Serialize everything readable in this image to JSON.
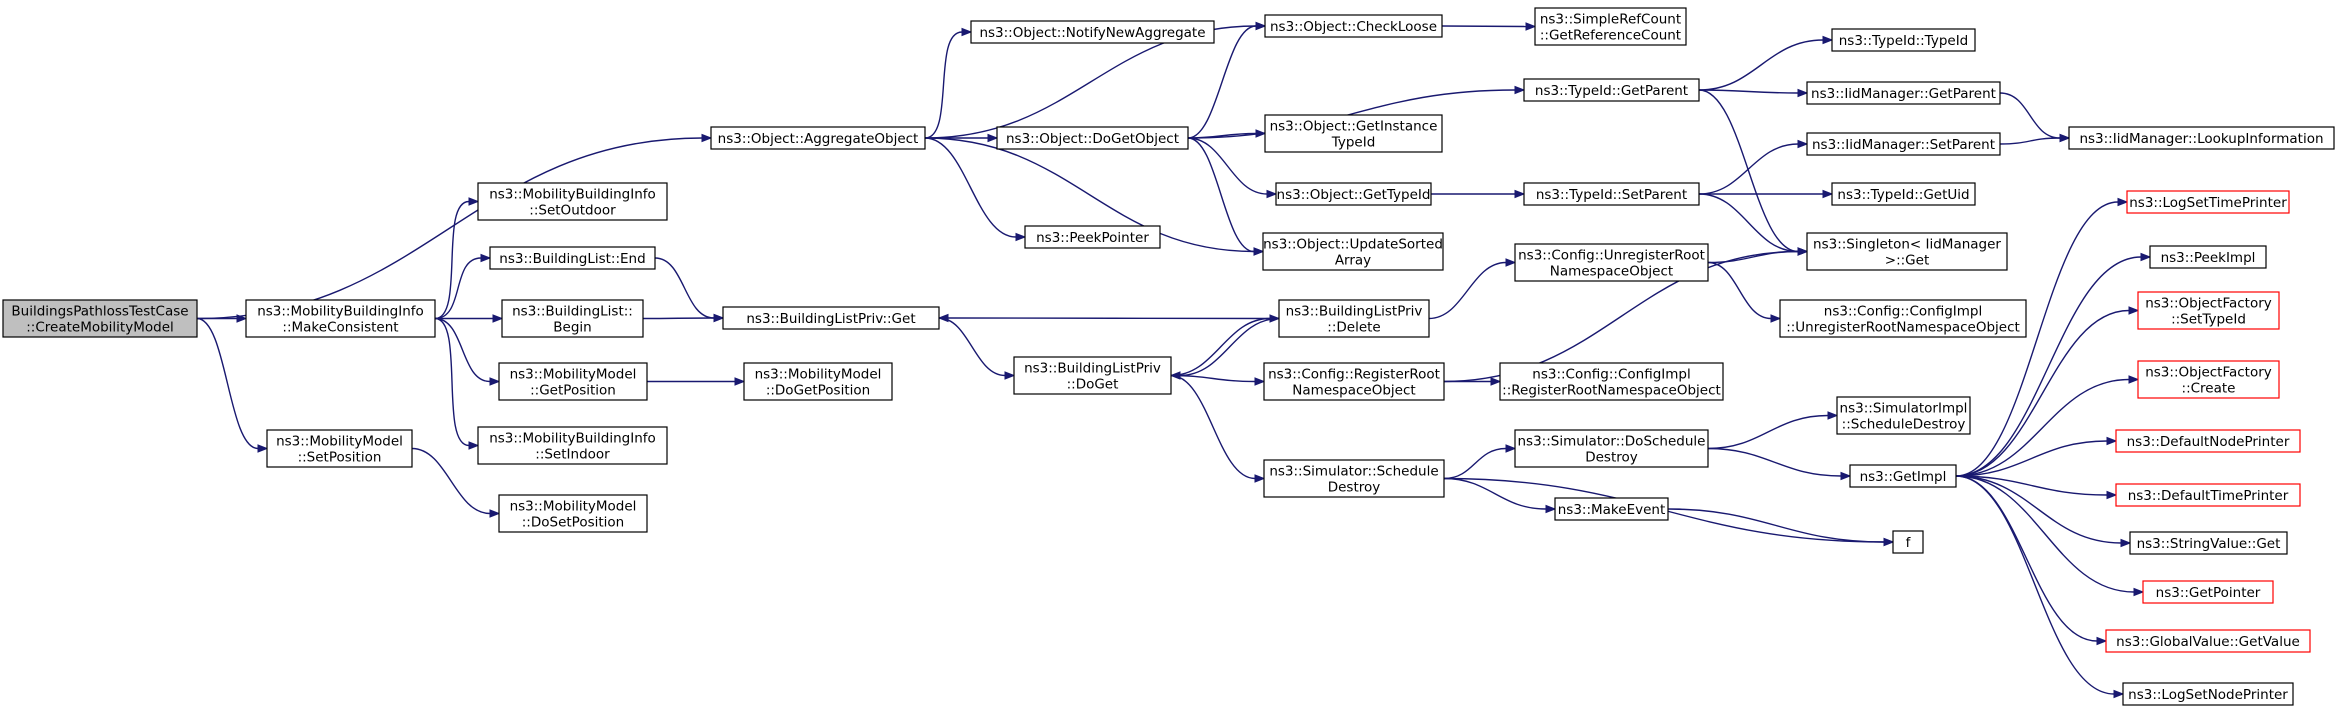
{
  "graph": {
    "edge_color": "#191970",
    "external_border_color": "#ff0000",
    "root_fill_color": "#bfbfbf",
    "nodes": [
      {
        "id": "root",
        "lines": [
          "BuildingsPathlossTestCase",
          "::CreateMobilityModel"
        ],
        "kind": "root"
      },
      {
        "id": "makecons",
        "lines": [
          "ns3::MobilityBuildingInfo",
          "::MakeConsistent"
        ]
      },
      {
        "id": "setpos",
        "lines": [
          "ns3::MobilityModel",
          "::SetPosition"
        ]
      },
      {
        "id": "aggregate",
        "lines": [
          "ns3::Object::AggregateObject"
        ]
      },
      {
        "id": "setoutdoor",
        "lines": [
          "ns3::MobilityBuildingInfo",
          "::SetOutdoor"
        ]
      },
      {
        "id": "blend",
        "lines": [
          "ns3::BuildingList::End"
        ]
      },
      {
        "id": "blbegin",
        "lines": [
          "ns3::BuildingList::",
          "Begin"
        ]
      },
      {
        "id": "mmgetpos",
        "lines": [
          "ns3::MobilityModel",
          "::GetPosition"
        ]
      },
      {
        "id": "setindoor",
        "lines": [
          "ns3::MobilityBuildingInfo",
          "::SetIndoor"
        ]
      },
      {
        "id": "dosetpos",
        "lines": [
          "ns3::MobilityModel",
          "::DoSetPosition"
        ]
      },
      {
        "id": "notifynew",
        "lines": [
          "ns3::Object::NotifyNewAggregate"
        ]
      },
      {
        "id": "dogetobj",
        "lines": [
          "ns3::Object::DoGetObject"
        ]
      },
      {
        "id": "peekptr",
        "lines": [
          "ns3::PeekPointer"
        ]
      },
      {
        "id": "blprivget",
        "lines": [
          "ns3::BuildingListPriv::Get"
        ]
      },
      {
        "id": "dogetpos",
        "lines": [
          "ns3::MobilityModel",
          "::DoGetPosition"
        ]
      },
      {
        "id": "blprivdoget",
        "lines": [
          "ns3::BuildingListPriv",
          "::DoGet"
        ]
      },
      {
        "id": "checkloose",
        "lines": [
          "ns3::Object::CheckLoose"
        ]
      },
      {
        "id": "getinstance",
        "lines": [
          "ns3::Object::GetInstance",
          "TypeId"
        ]
      },
      {
        "id": "gettypeid",
        "lines": [
          "ns3::Object::GetTypeId"
        ]
      },
      {
        "id": "updatesorted",
        "lines": [
          "ns3::Object::UpdateSorted",
          "Array"
        ]
      },
      {
        "id": "blprivdelete",
        "lines": [
          "ns3::BuildingListPriv",
          "::Delete"
        ]
      },
      {
        "id": "cfgregroot",
        "lines": [
          "ns3::Config::RegisterRoot",
          "NamespaceObject"
        ]
      },
      {
        "id": "simschedule",
        "lines": [
          "ns3::Simulator::Schedule",
          "Destroy"
        ]
      },
      {
        "id": "refcount",
        "lines": [
          "ns3::SimpleRefCount",
          "::GetReferenceCount"
        ]
      },
      {
        "id": "tidgetparent",
        "lines": [
          "ns3::TypeId::GetParent"
        ]
      },
      {
        "id": "tidsetparent",
        "lines": [
          "ns3::TypeId::SetParent"
        ]
      },
      {
        "id": "cfgunreg",
        "lines": [
          "ns3::Config::UnregisterRoot",
          "NamespaceObject"
        ]
      },
      {
        "id": "cfgimplreg",
        "lines": [
          "ns3::Config::ConfigImpl",
          "::RegisterRootNamespaceObject"
        ]
      },
      {
        "id": "simdoschedule",
        "lines": [
          "ns3::Simulator::DoSchedule",
          "Destroy"
        ]
      },
      {
        "id": "makeevent",
        "lines": [
          "ns3::MakeEvent"
        ]
      },
      {
        "id": "tidtypeid",
        "lines": [
          "ns3::TypeId::TypeId"
        ]
      },
      {
        "id": "iidgetparent",
        "lines": [
          "ns3::IidManager::GetParent"
        ]
      },
      {
        "id": "iidsetparent",
        "lines": [
          "ns3::IidManager::SetParent"
        ]
      },
      {
        "id": "tidgetuid",
        "lines": [
          "ns3::TypeId::GetUid"
        ]
      },
      {
        "id": "singleton",
        "lines": [
          "ns3::Singleton< IidManager",
          " >::Get"
        ]
      },
      {
        "id": "cfgimplunreg",
        "lines": [
          "ns3::Config::ConfigImpl",
          "::UnregisterRootNamespaceObject"
        ]
      },
      {
        "id": "simimplsched",
        "lines": [
          "ns3::SimulatorImpl",
          "::ScheduleDestroy"
        ]
      },
      {
        "id": "getimpl",
        "lines": [
          "ns3::GetImpl"
        ]
      },
      {
        "id": "f",
        "lines": [
          "f"
        ]
      },
      {
        "id": "iidlookup",
        "lines": [
          "ns3::IidManager::LookupInformation"
        ]
      },
      {
        "id": "logsettime",
        "lines": [
          "ns3::LogSetTimePrinter"
        ],
        "kind": "ext"
      },
      {
        "id": "peekimpl",
        "lines": [
          "ns3::PeekImpl"
        ]
      },
      {
        "id": "ofsettypeid",
        "lines": [
          "ns3::ObjectFactory",
          "::SetTypeId"
        ],
        "kind": "ext"
      },
      {
        "id": "ofcreate",
        "lines": [
          "ns3::ObjectFactory",
          "::Create"
        ],
        "kind": "ext"
      },
      {
        "id": "defnodeprinter",
        "lines": [
          "ns3::DefaultNodePrinter"
        ],
        "kind": "ext"
      },
      {
        "id": "deftimeprinter",
        "lines": [
          "ns3::DefaultTimePrinter"
        ],
        "kind": "ext"
      },
      {
        "id": "strvalget",
        "lines": [
          "ns3::StringValue::Get"
        ]
      },
      {
        "id": "getpointer",
        "lines": [
          "ns3::GetPointer"
        ],
        "kind": "ext"
      },
      {
        "id": "gvgetvalue",
        "lines": [
          "ns3::GlobalValue::GetValue"
        ],
        "kind": "ext"
      },
      {
        "id": "logsetnode",
        "lines": [
          "ns3::LogSetNodePrinter"
        ]
      }
    ],
    "edges": [
      [
        "root",
        "aggregate"
      ],
      [
        "root",
        "makecons"
      ],
      [
        "root",
        "setpos"
      ],
      [
        "makecons",
        "setoutdoor"
      ],
      [
        "makecons",
        "blend"
      ],
      [
        "makecons",
        "blbegin"
      ],
      [
        "makecons",
        "mmgetpos"
      ],
      [
        "makecons",
        "setindoor"
      ],
      [
        "setpos",
        "dosetpos"
      ],
      [
        "aggregate",
        "notifynew"
      ],
      [
        "aggregate",
        "checkloose"
      ],
      [
        "aggregate",
        "dogetobj"
      ],
      [
        "aggregate",
        "peekptr"
      ],
      [
        "aggregate",
        "updatesorted"
      ],
      [
        "blend",
        "blprivget"
      ],
      [
        "blbegin",
        "blprivget"
      ],
      [
        "mmgetpos",
        "dogetpos"
      ],
      [
        "dogetobj",
        "checkloose"
      ],
      [
        "dogetobj",
        "tidgetparent"
      ],
      [
        "dogetobj",
        "getinstance"
      ],
      [
        "dogetobj",
        "gettypeid"
      ],
      [
        "dogetobj",
        "updatesorted"
      ],
      [
        "blprivget",
        "blprivdoget"
      ],
      [
        "blprivdoget",
        "blprivdelete"
      ],
      [
        "blprivdoget",
        "cfgregroot"
      ],
      [
        "blprivdoget",
        "simschedule"
      ],
      [
        "checkloose",
        "refcount"
      ],
      [
        "gettypeid",
        "tidsetparent"
      ],
      [
        "blprivdelete",
        "blprivget"
      ],
      [
        "blprivdelete",
        "blprivdoget"
      ],
      [
        "blprivdelete",
        "cfgunreg"
      ],
      [
        "cfgregroot",
        "singleton"
      ],
      [
        "cfgregroot",
        "cfgimplreg"
      ],
      [
        "simschedule",
        "simdoschedule"
      ],
      [
        "simschedule",
        "makeevent"
      ],
      [
        "simschedule",
        "f"
      ],
      [
        "tidgetparent",
        "tidtypeid"
      ],
      [
        "tidgetparent",
        "iidgetparent"
      ],
      [
        "tidgetparent",
        "singleton"
      ],
      [
        "tidsetparent",
        "iidsetparent"
      ],
      [
        "tidsetparent",
        "tidgetuid"
      ],
      [
        "tidsetparent",
        "singleton"
      ],
      [
        "cfgunreg",
        "singleton"
      ],
      [
        "cfgunreg",
        "cfgimplunreg"
      ],
      [
        "simdoschedule",
        "simimplsched"
      ],
      [
        "simdoschedule",
        "getimpl"
      ],
      [
        "makeevent",
        "f"
      ],
      [
        "iidgetparent",
        "iidlookup"
      ],
      [
        "iidsetparent",
        "iidlookup"
      ],
      [
        "getimpl",
        "logsettime"
      ],
      [
        "getimpl",
        "peekimpl"
      ],
      [
        "getimpl",
        "ofsettypeid"
      ],
      [
        "getimpl",
        "ofcreate"
      ],
      [
        "getimpl",
        "defnodeprinter"
      ],
      [
        "getimpl",
        "deftimeprinter"
      ],
      [
        "getimpl",
        "strvalget"
      ],
      [
        "getimpl",
        "getpointer"
      ],
      [
        "getimpl",
        "gvgetvalue"
      ],
      [
        "getimpl",
        "logsetnode"
      ]
    ]
  }
}
